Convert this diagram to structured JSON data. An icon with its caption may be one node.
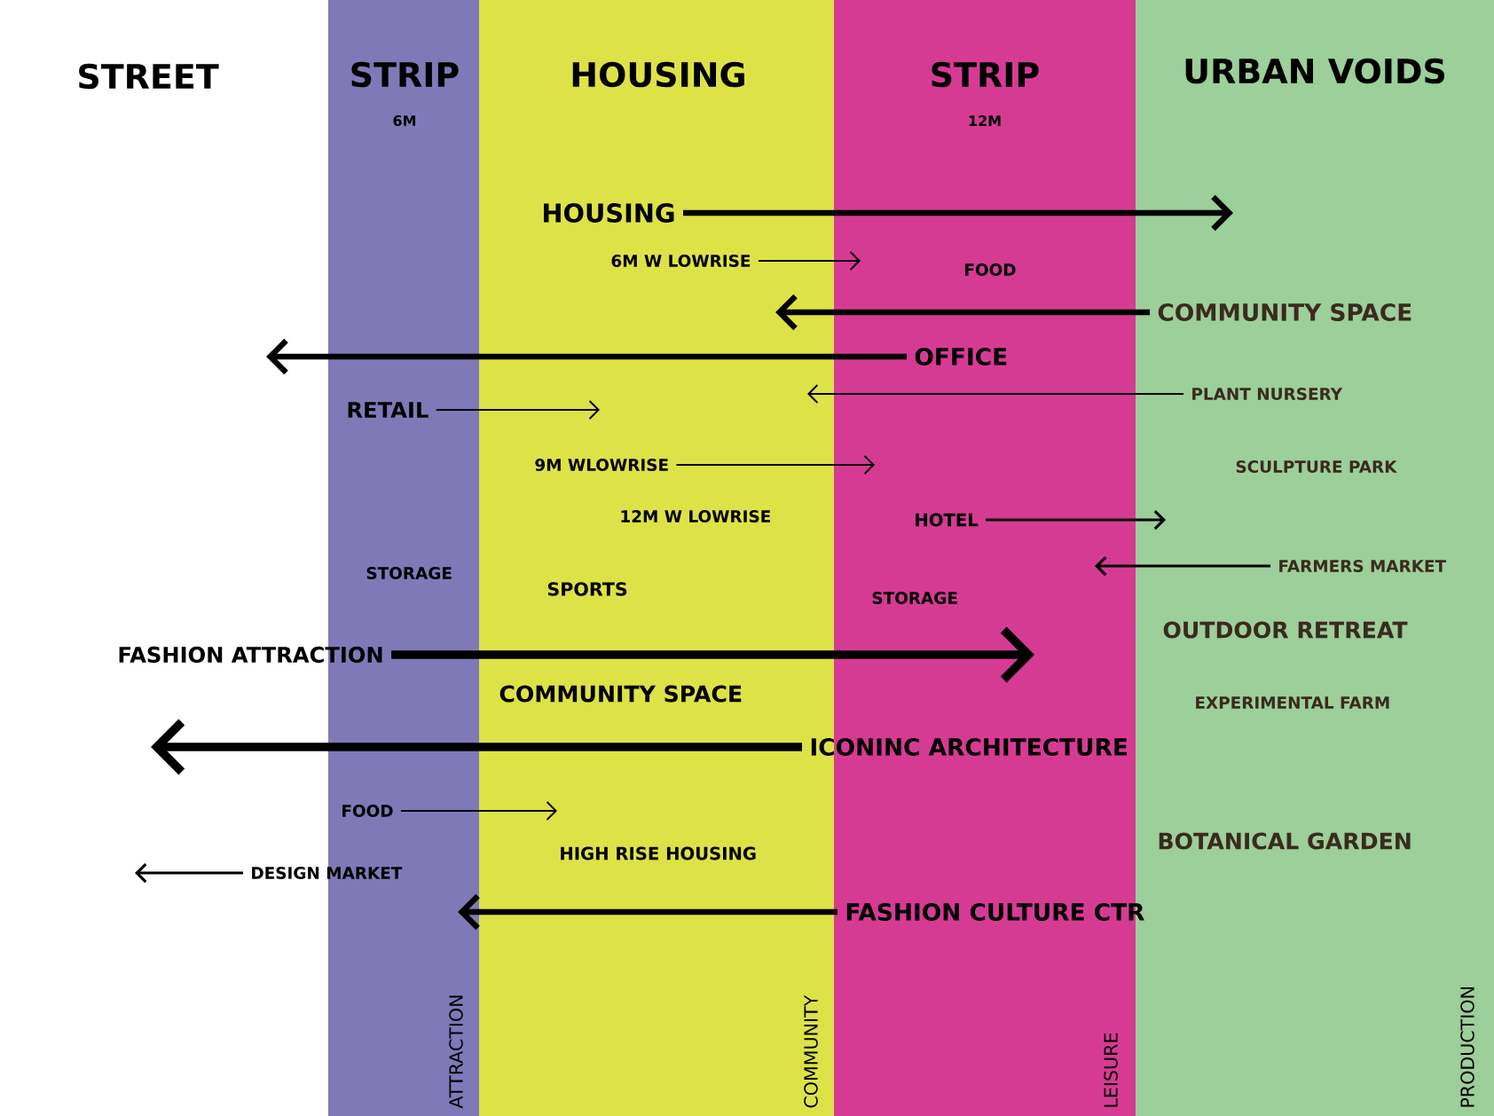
{
  "diagram": {
    "nodes": [
      {
        "text": [
          "HOUSING"
        ]
      },
      {
        "text": [
          "6M W LOWRISE"
        ]
      },
      {
        "text": [
          "COMMUNITY SPACE"
        ]
      },
      {
        "text": [
          "OFFICE"
        ]
      },
      {
        "text": [
          "PLANT NURSERY"
        ]
      },
      {
        "text": [
          "RETAIL"
        ]
      },
      {
        "text": [
          "9M WLOWRISE"
        ]
      },
      {
        "text": [
          "HOTEL"
        ]
      },
      {
        "text": [
          "FARMERS MARKET"
        ]
      },
      {
        "text": [
          "FASHION ATTRACTION"
        ]
      },
      {
        "text": [
          "ICONINC ARCHITECTURE"
        ]
      },
      {
        "text": [
          "FOOD"
        ]
      },
      {
        "text": [
          "DESIGN MARKET"
        ]
      },
      {
        "text": [
          "FASHION CULTURE CTR"
        ]
      }
    ],
    "edges": [
      {
        "from": 0,
        "to": null,
        "arrow": "to",
        "style": "thick"
      },
      {
        "from": 1,
        "to": null,
        "arrow": "to"
      },
      {
        "from": 2,
        "to": null,
        "arrow": "to",
        "style": "thick"
      },
      {
        "from": 3,
        "to": null,
        "arrow": "to",
        "style": "thick"
      },
      {
        "from": 4,
        "to": null,
        "arrow": "to"
      },
      {
        "from": 5,
        "to": null,
        "arrow": "to"
      },
      {
        "from": 6,
        "to": null,
        "arrow": "to"
      },
      {
        "from": 7,
        "to": null,
        "arrow": "to"
      },
      {
        "from": 8,
        "to": null,
        "arrow": "to"
      },
      {
        "from": 9,
        "to": null,
        "arrow": "to",
        "style": "thick"
      },
      {
        "from": 10,
        "to": null,
        "arrow": "to",
        "style": "thick"
      },
      {
        "from": 11,
        "to": null,
        "arrow": "to"
      },
      {
        "from": 12,
        "to": null,
        "arrow": "to"
      },
      {
        "from": 13,
        "to": null,
        "arrow": "to",
        "style": "thick"
      }
    ],
    "labels": [
      "STREET",
      "STRIP",
      "6M",
      "HOUSING",
      "STRIP",
      "12M",
      "URBAN VOIDS",
      "FOOD",
      "SCULPTURE PARK",
      "12M W LOWRISE",
      "STORAGE",
      "SPORTS",
      "STORAGE",
      "OUTDOOR RETREAT",
      "COMMUNITY SPACE",
      "EXPERIMENTAL FARM",
      "BOTANICAL GARDEN",
      "HIGH RISE HOUSING",
      "ATTRACTION",
      "COMMUNITY",
      "LEISURE",
      "PRODUCTION"
    ]
  }
}
